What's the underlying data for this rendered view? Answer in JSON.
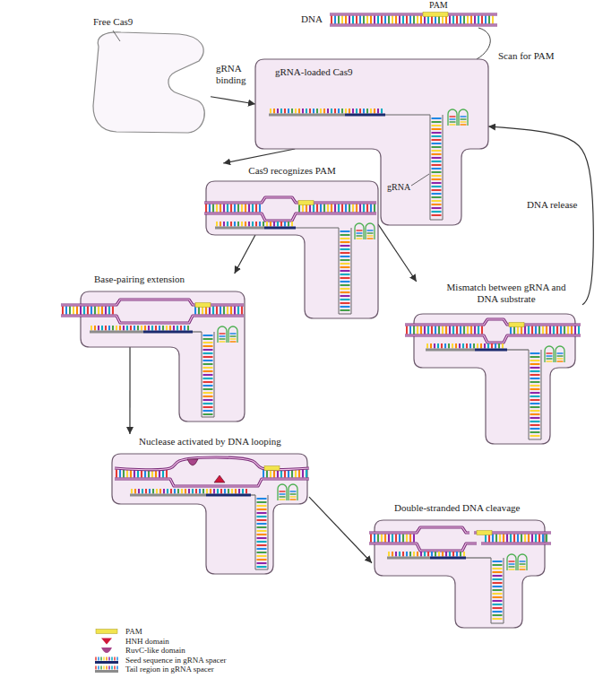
{
  "diagram": {
    "nodes": [
      {
        "text": [
          "Free Cas9"
        ]
      },
      {
        "text": [
          "gRNA-loaded Cas9"
        ]
      },
      {
        "text": [
          "Cas9 recognizes PAM"
        ]
      },
      {
        "text": [
          "Base-pairing extension"
        ]
      },
      {
        "text": [
          "Mismatch between gRNA and DNA substrate"
        ]
      },
      {
        "text": [
          "Nuclease activated by DNA looping"
        ]
      },
      {
        "text": [
          "Double-stranded DNA cleavage"
        ]
      }
    ],
    "edges": [
      {
        "from": 0,
        "to": 1,
        "label": "gRNA binding",
        "arrow": "to"
      },
      {
        "from": 1,
        "to": 2,
        "arrow": "to"
      },
      {
        "from": 2,
        "to": 3,
        "arrow": "to"
      },
      {
        "from": 2,
        "to": 4,
        "arrow": "to"
      },
      {
        "from": 4,
        "to": 1,
        "label": "DNA release",
        "arrow": "to"
      },
      {
        "from": 3,
        "to": 5,
        "arrow": "to"
      },
      {
        "from": 5,
        "to": 6,
        "arrow": "to"
      }
    ],
    "labels": [
      "DNA",
      "PAM",
      "Scan for PAM",
      "gRNA"
    ],
    "legend": [
      {
        "text": "PAM",
        "color": "#f2e44e"
      },
      {
        "text": "HNH domain",
        "color": "#d0173a"
      },
      {
        "text": "RuvC-like domain",
        "color": "#a8458a"
      },
      {
        "text": "Seed sequence in gRNA spacer"
      },
      {
        "text": "Tail region in gRNA spacer"
      }
    ]
  }
}
